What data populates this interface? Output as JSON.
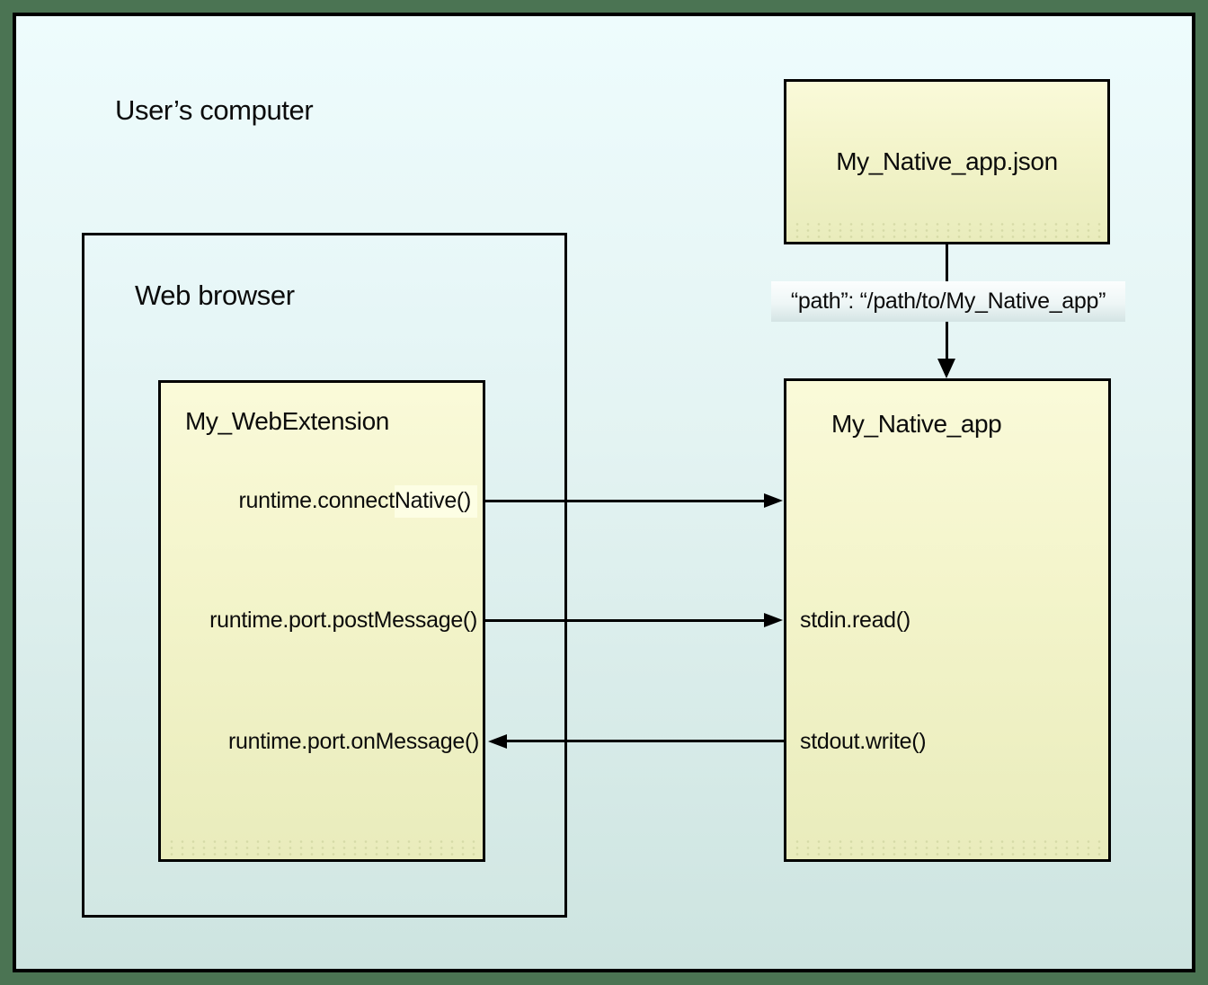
{
  "labels": {
    "computer": "User’s computer",
    "browser": "Web browser",
    "path": "“path”: “/path/to/My_Native_app”"
  },
  "webextension": {
    "title": "My_WebExtension",
    "connect_native_prefix": "runtime.connect",
    "connect_native_highlighted": "Native()",
    "post_message": "runtime.port.postMessage()",
    "on_message": "runtime.port.onMessage()"
  },
  "native_app_json": {
    "title": "My_Native_app.json"
  },
  "native_app": {
    "title": "My_Native_app",
    "stdin_read": "stdin.read()",
    "stdout_write": "stdout.write()"
  },
  "colors": {
    "frame_green": "#4b7453",
    "border_black": "#000000",
    "computer_bg_top": "#eefcfd",
    "computer_bg_bottom": "#cde4e0",
    "box_yellow_top": "#fafad9",
    "box_yellow_bottom": "#e9ecbc",
    "connect_highlight": "#fdfee4",
    "path_band_top": "#fcfefe",
    "path_band_bottom": "#d4e4e4"
  }
}
